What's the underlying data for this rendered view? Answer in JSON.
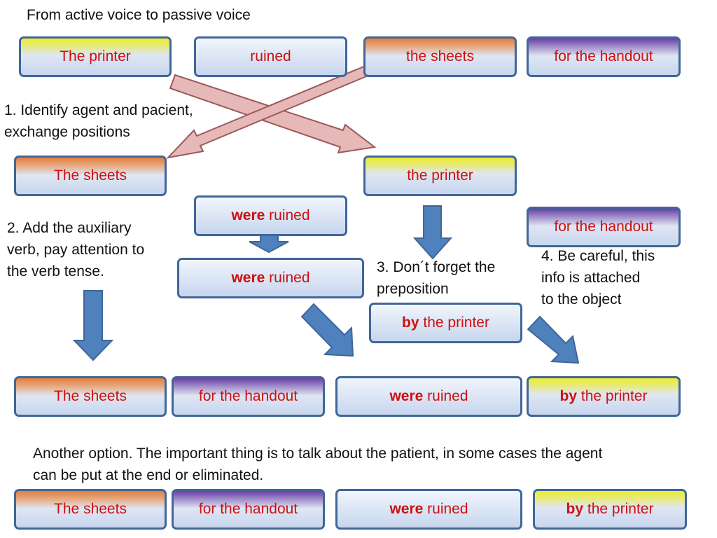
{
  "title": "From active voice to passive voice",
  "row_active": [
    "The printer",
    "ruined",
    "the sheets",
    "for the handout"
  ],
  "step1": {
    "line1": "1.  Identify agent and pacient,",
    "line2": "exchange positions"
  },
  "swap": {
    "left": "The sheets",
    "right": "the printer"
  },
  "step2": {
    "line1": "2. Add the auxiliary",
    "line2": "verb, pay attention to",
    "line3": "the verb tense."
  },
  "aux_top": {
    "bold": "were",
    "rest": " ruined"
  },
  "aux_bottom": {
    "bold": "were",
    "rest": " ruined"
  },
  "step3": {
    "line1": "3. Don´t forget the",
    "line2": "preposition"
  },
  "by_box": {
    "bold": "by",
    "rest": " the printer"
  },
  "handout_box": "for the handout",
  "step4": {
    "line1": "4. Be careful, this",
    "line2": "info is attached",
    "line3": "to the object"
  },
  "result_row": {
    "subject": "The sheets",
    "object": "for the handout",
    "verb": {
      "bold": "were",
      "rest": " ruined"
    },
    "agent": {
      "bold": "by",
      "rest": " the printer"
    }
  },
  "note": {
    "line1": "Another option. The important thing is to talk about the patient, in some cases the agent",
    "line2": "can be put at the end or eliminated."
  },
  "final_row": {
    "subject": "The sheets",
    "object": "for the handout",
    "verb": {
      "bold": "were",
      "rest": " ruined"
    },
    "agent": {
      "bold": "by",
      "rest": " the printer"
    }
  },
  "colors": {
    "box_border": "#41669a",
    "box_text": "#cc1111",
    "arrow_blue": "#4f81bd",
    "cross_arrow_fill": "#e6b8b7",
    "cross_arrow_stroke": "#9c5a5a",
    "yellow_band": "#ecec30",
    "orange_band": "#e37f3d",
    "purple_band": "#6a3fa3"
  }
}
